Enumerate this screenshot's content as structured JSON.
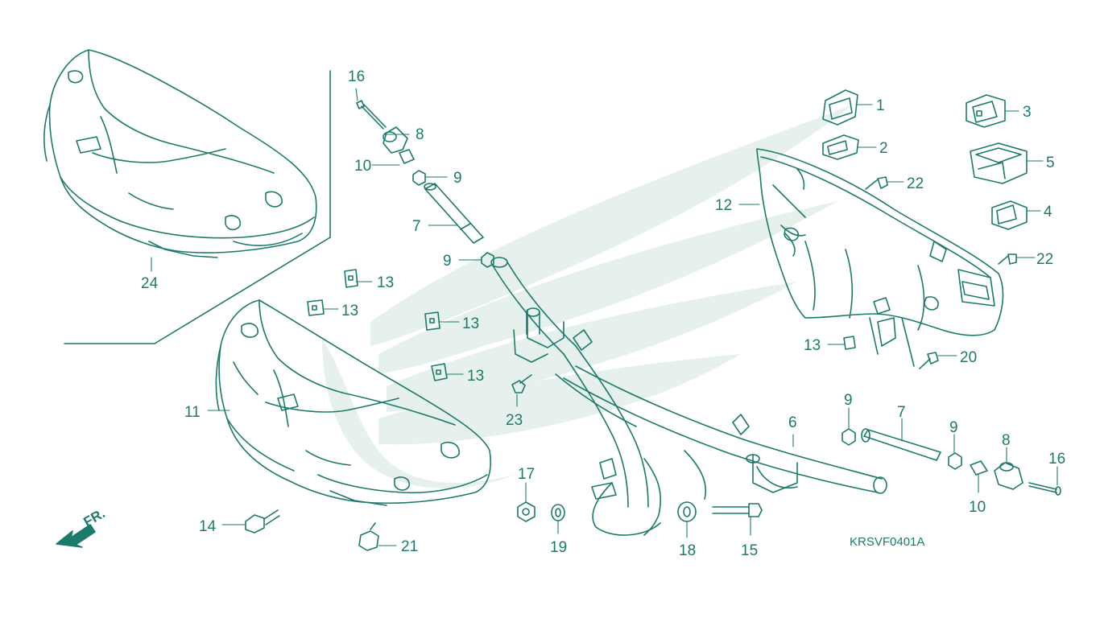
{
  "diagram": {
    "drawing_code": "KRSVF0401A",
    "front_marker": "FR.",
    "colors": {
      "ink": "#1c7a6b",
      "watermark": "#e6f1ee",
      "background": "#ffffff"
    },
    "callouts": [
      {
        "id": "c1",
        "number": "1"
      },
      {
        "id": "c2",
        "number": "2"
      },
      {
        "id": "c3",
        "number": "3"
      },
      {
        "id": "c4",
        "number": "4"
      },
      {
        "id": "c5",
        "number": "5"
      },
      {
        "id": "c6",
        "number": "6"
      },
      {
        "id": "c7a",
        "number": "7"
      },
      {
        "id": "c7b",
        "number": "7"
      },
      {
        "id": "c8a",
        "number": "8"
      },
      {
        "id": "c8b",
        "number": "8"
      },
      {
        "id": "c9a",
        "number": "9"
      },
      {
        "id": "c9b",
        "number": "9"
      },
      {
        "id": "c9c",
        "number": "9"
      },
      {
        "id": "c9d",
        "number": "9"
      },
      {
        "id": "c10a",
        "number": "10"
      },
      {
        "id": "c10b",
        "number": "10"
      },
      {
        "id": "c11",
        "number": "11"
      },
      {
        "id": "c12",
        "number": "12"
      },
      {
        "id": "c13a",
        "number": "13"
      },
      {
        "id": "c13b",
        "number": "13"
      },
      {
        "id": "c13c",
        "number": "13"
      },
      {
        "id": "c13d",
        "number": "13"
      },
      {
        "id": "c13e",
        "number": "13"
      },
      {
        "id": "c14",
        "number": "14"
      },
      {
        "id": "c15",
        "number": "15"
      },
      {
        "id": "c16a",
        "number": "16"
      },
      {
        "id": "c16b",
        "number": "16"
      },
      {
        "id": "c17",
        "number": "17"
      },
      {
        "id": "c18",
        "number": "18"
      },
      {
        "id": "c19",
        "number": "19"
      },
      {
        "id": "c20",
        "number": "20"
      },
      {
        "id": "c21",
        "number": "21"
      },
      {
        "id": "c22a",
        "number": "22"
      },
      {
        "id": "c22b",
        "number": "22"
      },
      {
        "id": "c23",
        "number": "23"
      },
      {
        "id": "c24",
        "number": "24"
      }
    ]
  }
}
